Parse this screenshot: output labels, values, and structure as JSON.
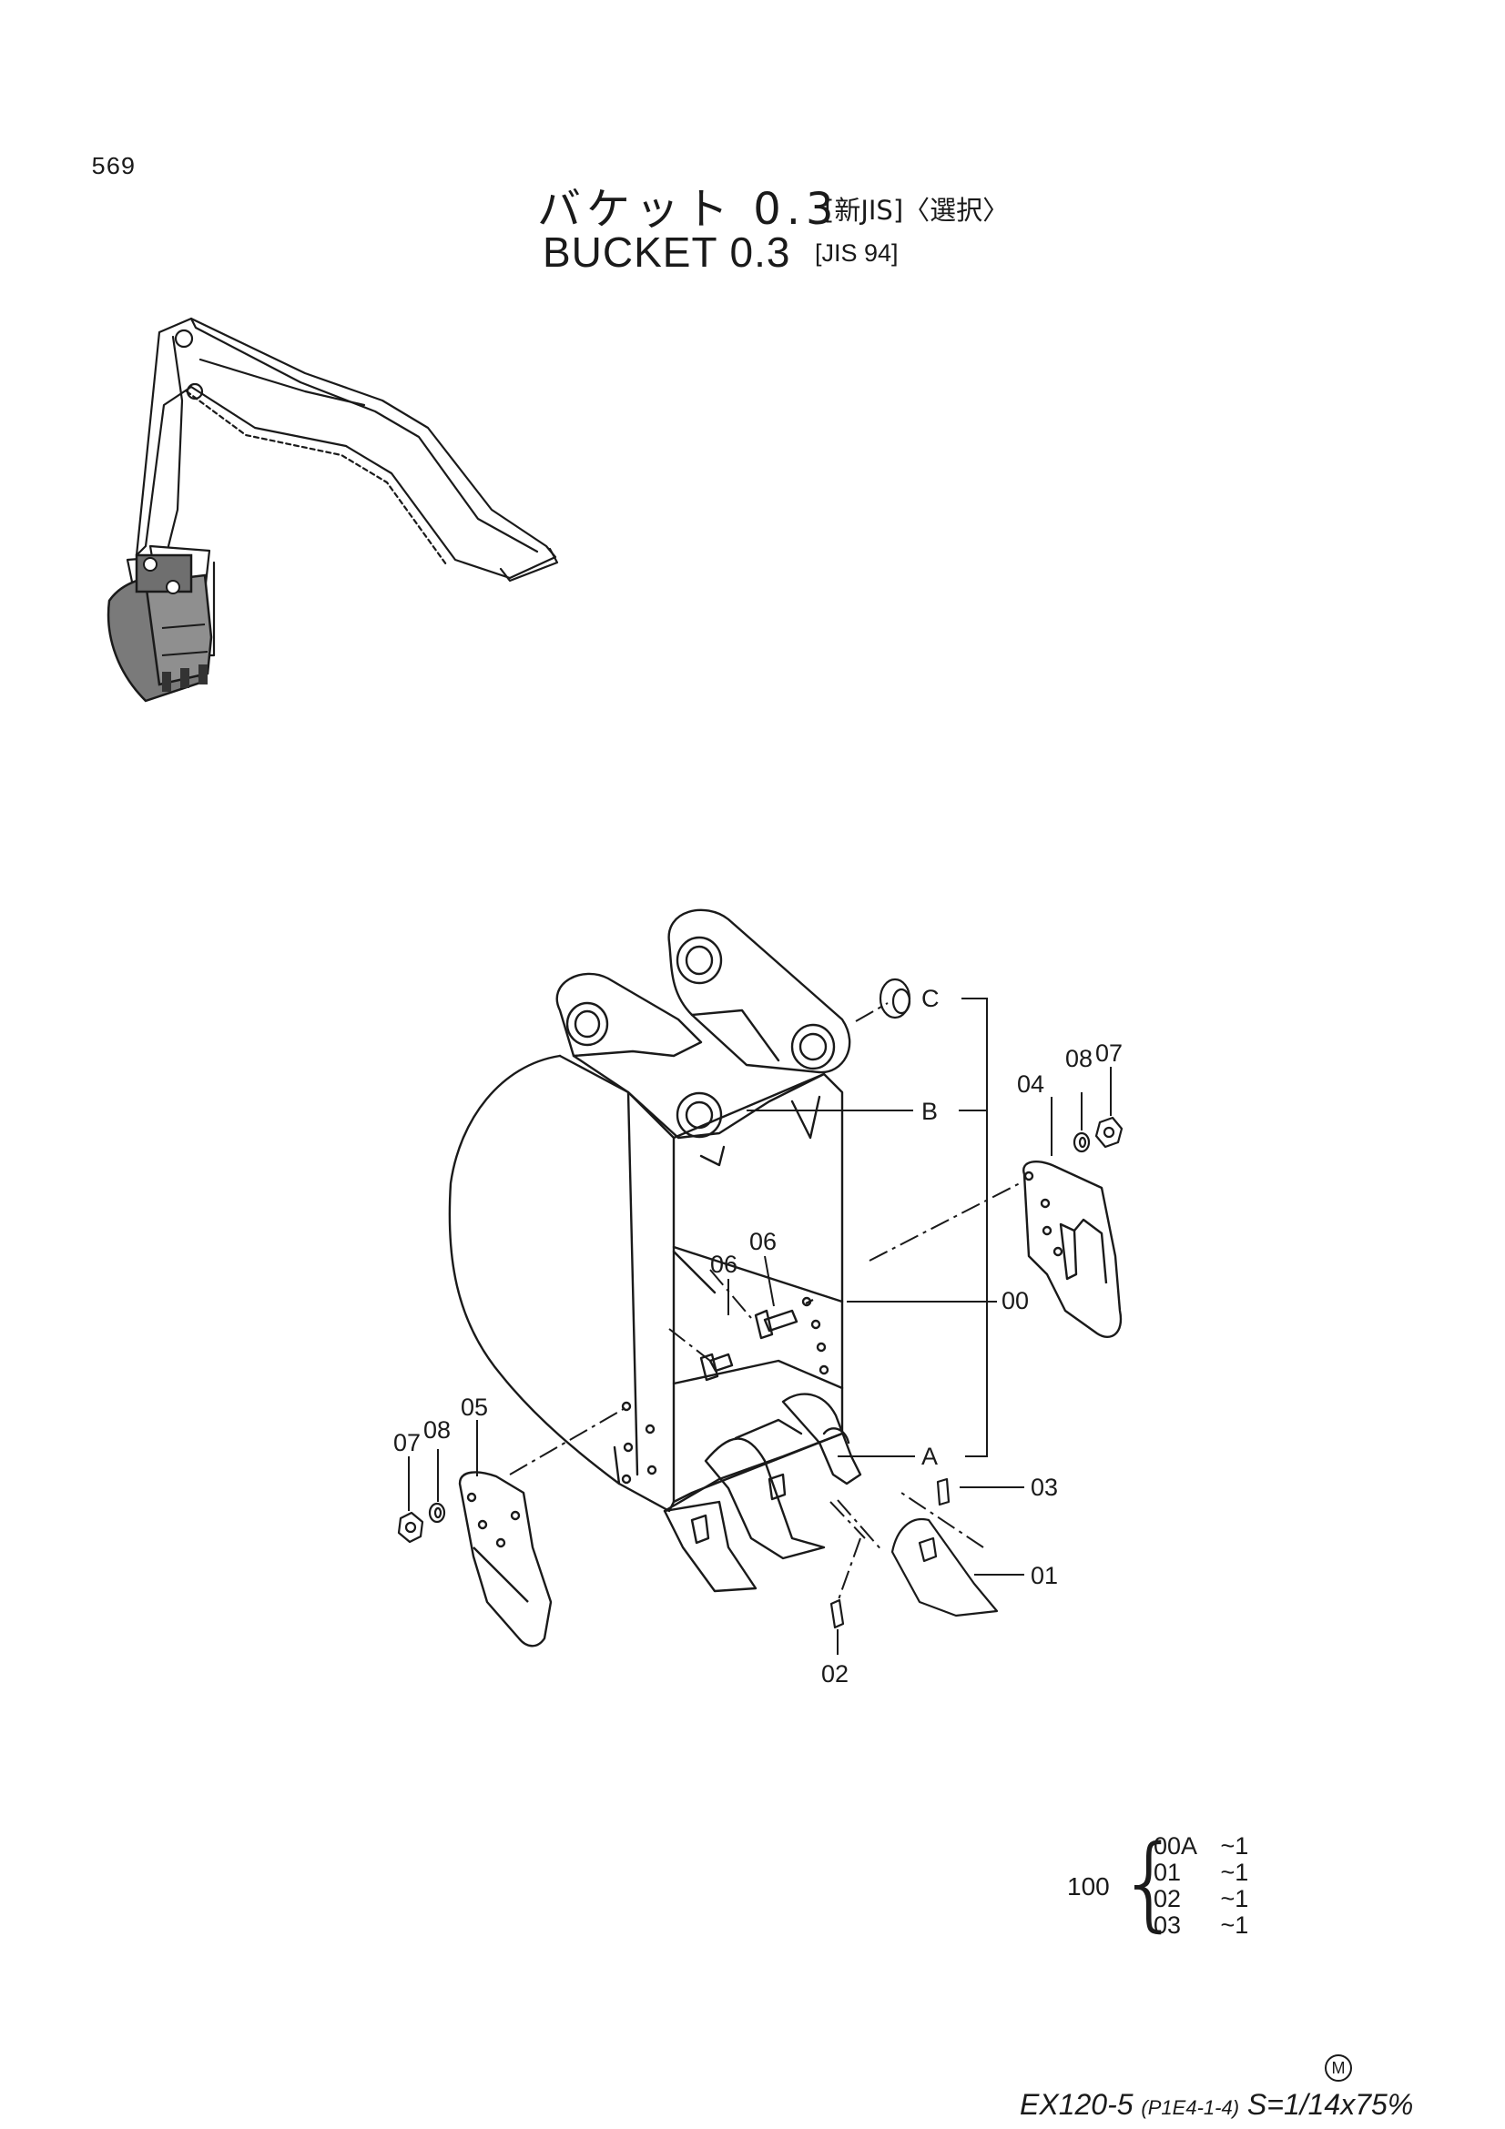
{
  "page": {
    "number": "569"
  },
  "title": {
    "jp_main": "バケット 0.3",
    "jp_tag": "[新JIS]〈選択〉",
    "en_main": "BUCKET 0.3",
    "en_tag": "[JIS 94]"
  },
  "callouts": {
    "c": "C",
    "b": "B",
    "a": "A",
    "p00": "00",
    "p01": "01",
    "p02": "02",
    "p03": "03",
    "p04": "04",
    "p05": "05",
    "p06a": "06",
    "p06b": "06",
    "p07a": "07",
    "p07b": "07",
    "p08a": "08",
    "p08b": "08"
  },
  "quantity": {
    "parent": "100",
    "rows": [
      {
        "part": "00A",
        "qty": "~1"
      },
      {
        "part": "01",
        "qty": "~1"
      },
      {
        "part": "02",
        "qty": "~1"
      },
      {
        "part": "03",
        "qty": "~1"
      }
    ]
  },
  "footer": {
    "model": "EX120-5",
    "code": "(P1E4-1-4)",
    "scale": "S=1/14x75%",
    "mark": "M"
  }
}
